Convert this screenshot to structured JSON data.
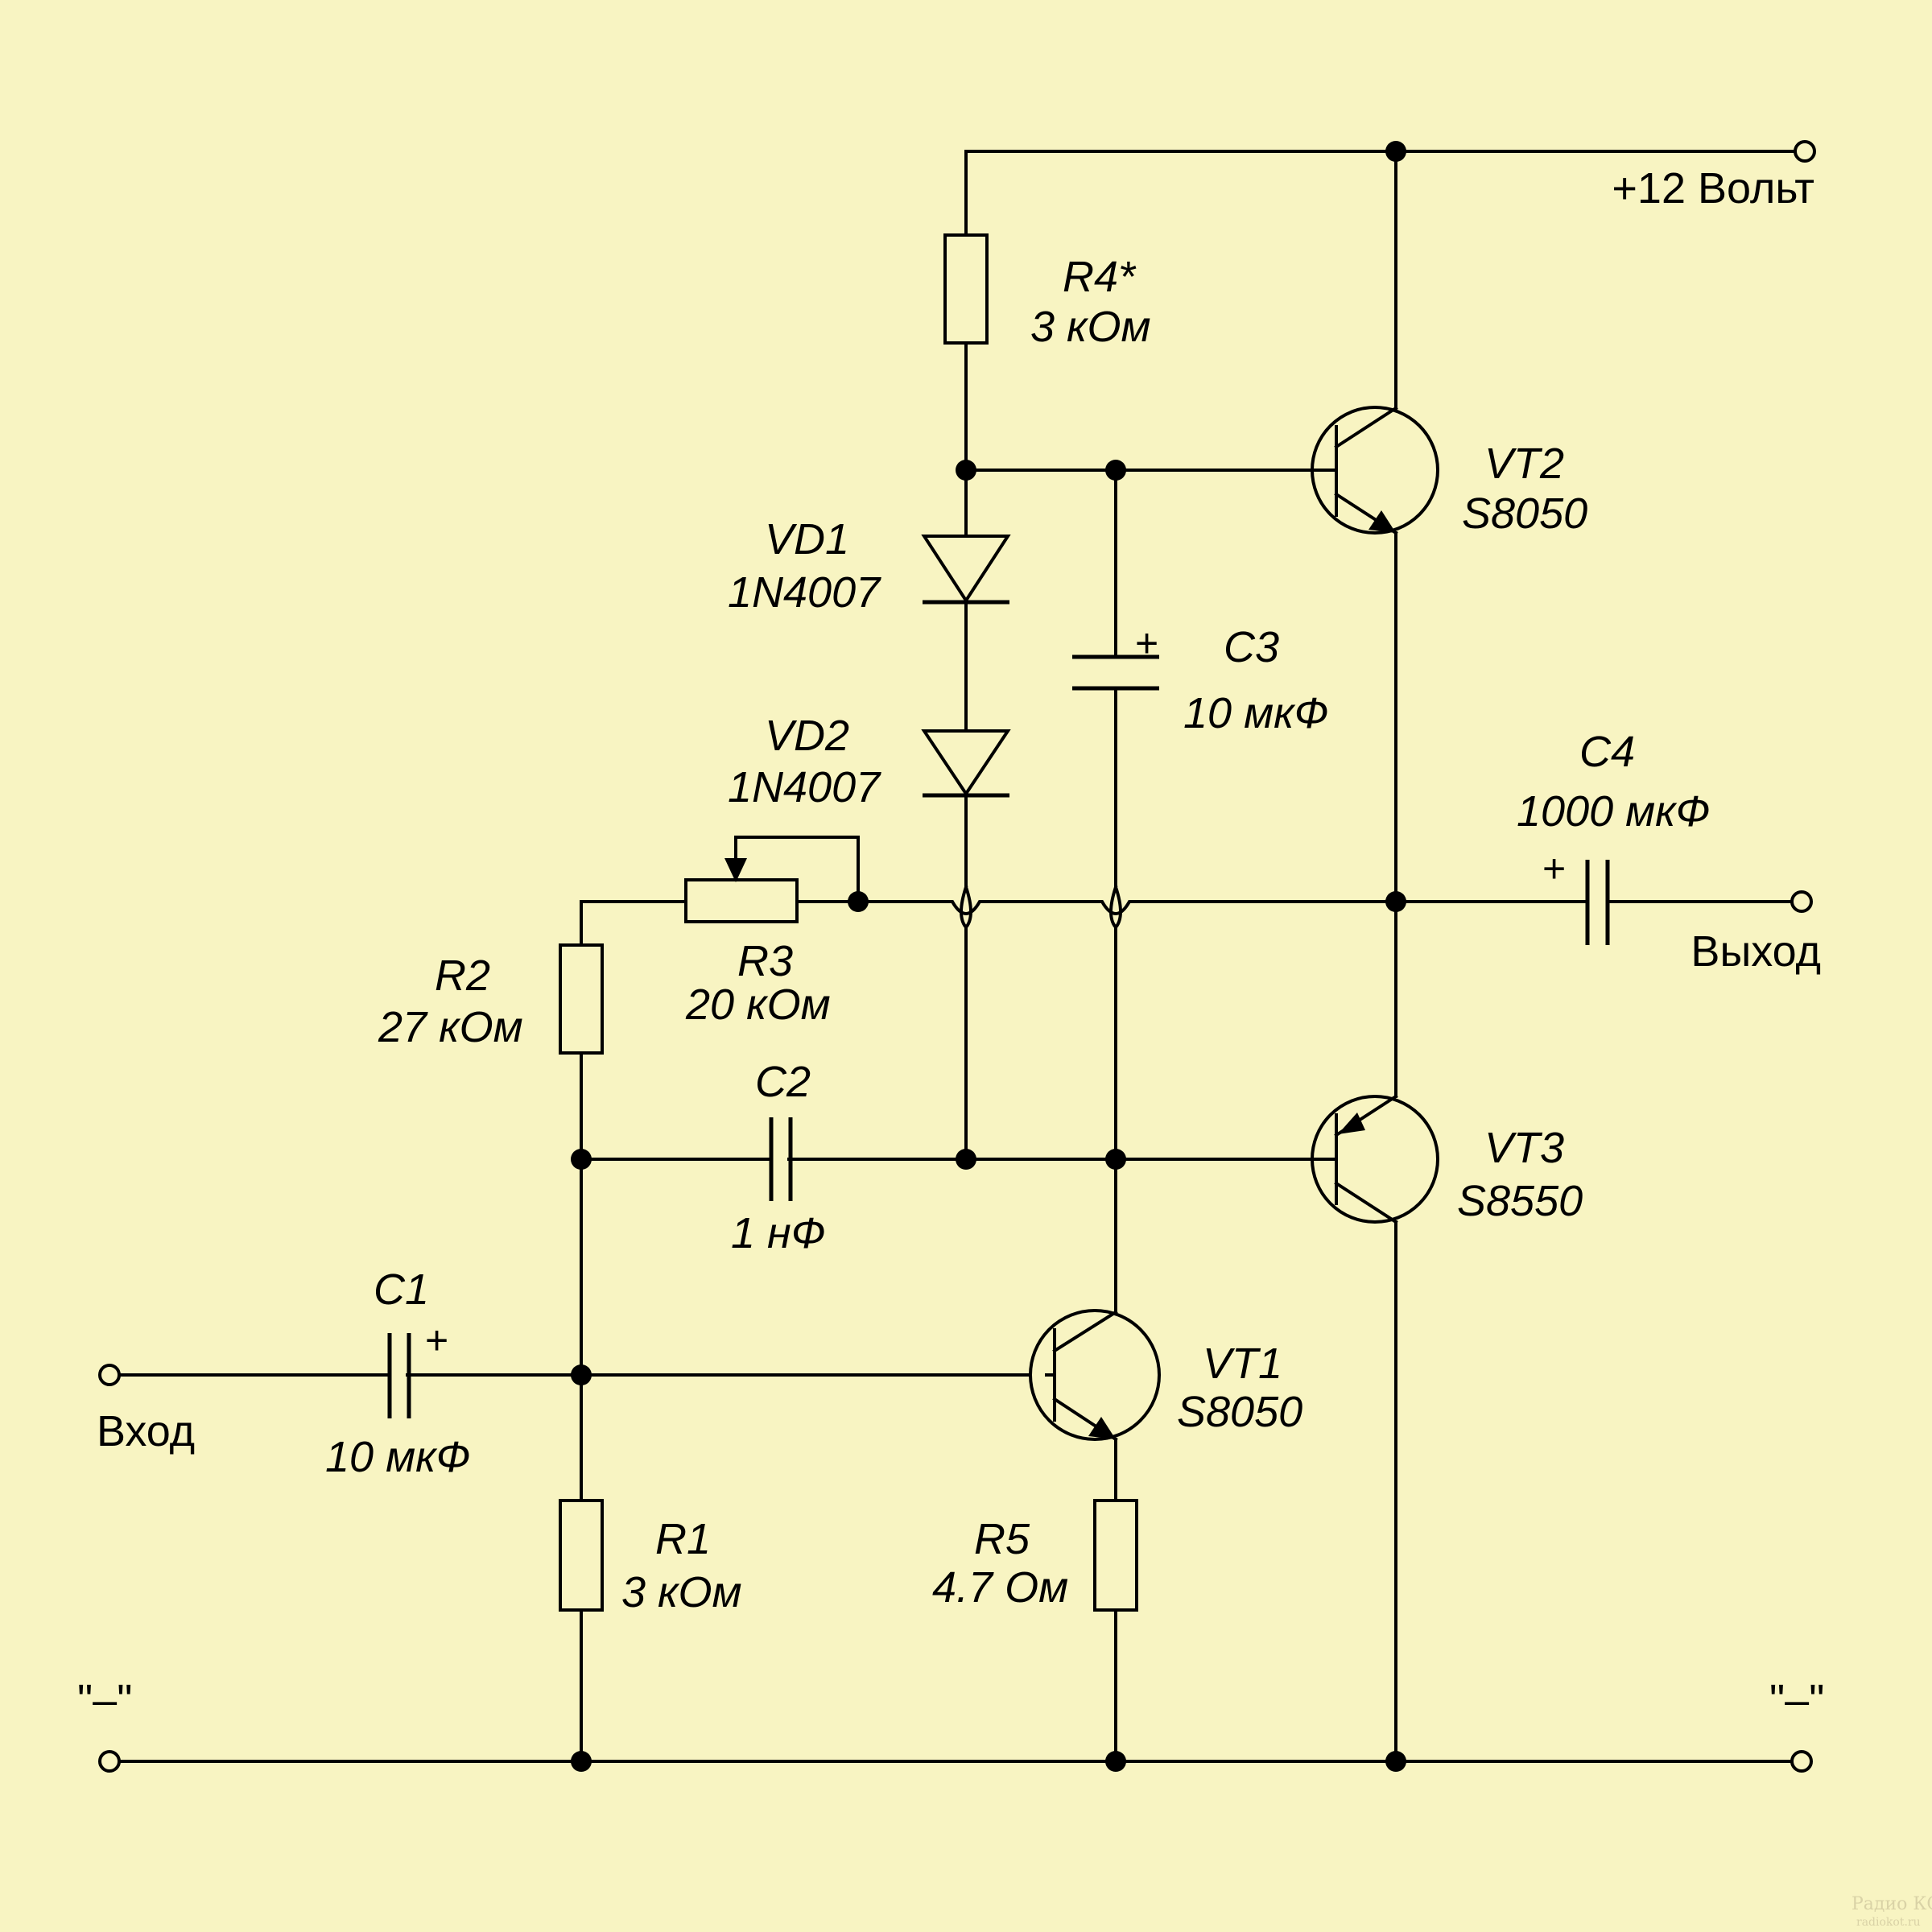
{
  "diagram": {
    "background_color": "#f8f4c2",
    "line_color": "#000000",
    "terminals": {
      "supply_label": "+12 Вольт",
      "input_label": "Вход",
      "output_label": "Выход",
      "ground_left_label": "\"–\"",
      "ground_right_label": "\"–\""
    },
    "components": {
      "R1": {
        "ref": "R1",
        "value": "3 кОм"
      },
      "R2": {
        "ref": "R2",
        "value": "27 кОм"
      },
      "R3": {
        "ref": "R3",
        "value": "20 кОм"
      },
      "R4": {
        "ref": "R4*",
        "value": "3 кОм"
      },
      "R5": {
        "ref": "R5",
        "value": "4.7 Ом"
      },
      "C1": {
        "ref": "C1",
        "value": "10 мкФ"
      },
      "C2": {
        "ref": "C2",
        "value": "1 нФ"
      },
      "C3": {
        "ref": "C3",
        "value": "10 мкФ"
      },
      "C4": {
        "ref": "C4",
        "value": "1000 мкФ"
      },
      "VD1": {
        "ref": "VD1",
        "value": "1N4007"
      },
      "VD2": {
        "ref": "VD2",
        "value": "1N4007"
      },
      "VT1": {
        "ref": "VT1",
        "value": "S8050"
      },
      "VT2": {
        "ref": "VT2",
        "value": "S8050"
      },
      "VT3": {
        "ref": "VT3",
        "value": "S8550"
      }
    },
    "polarity_mark": "+",
    "watermark": {
      "logo": "Радио КОТ",
      "site": "radiokot.ru"
    }
  }
}
